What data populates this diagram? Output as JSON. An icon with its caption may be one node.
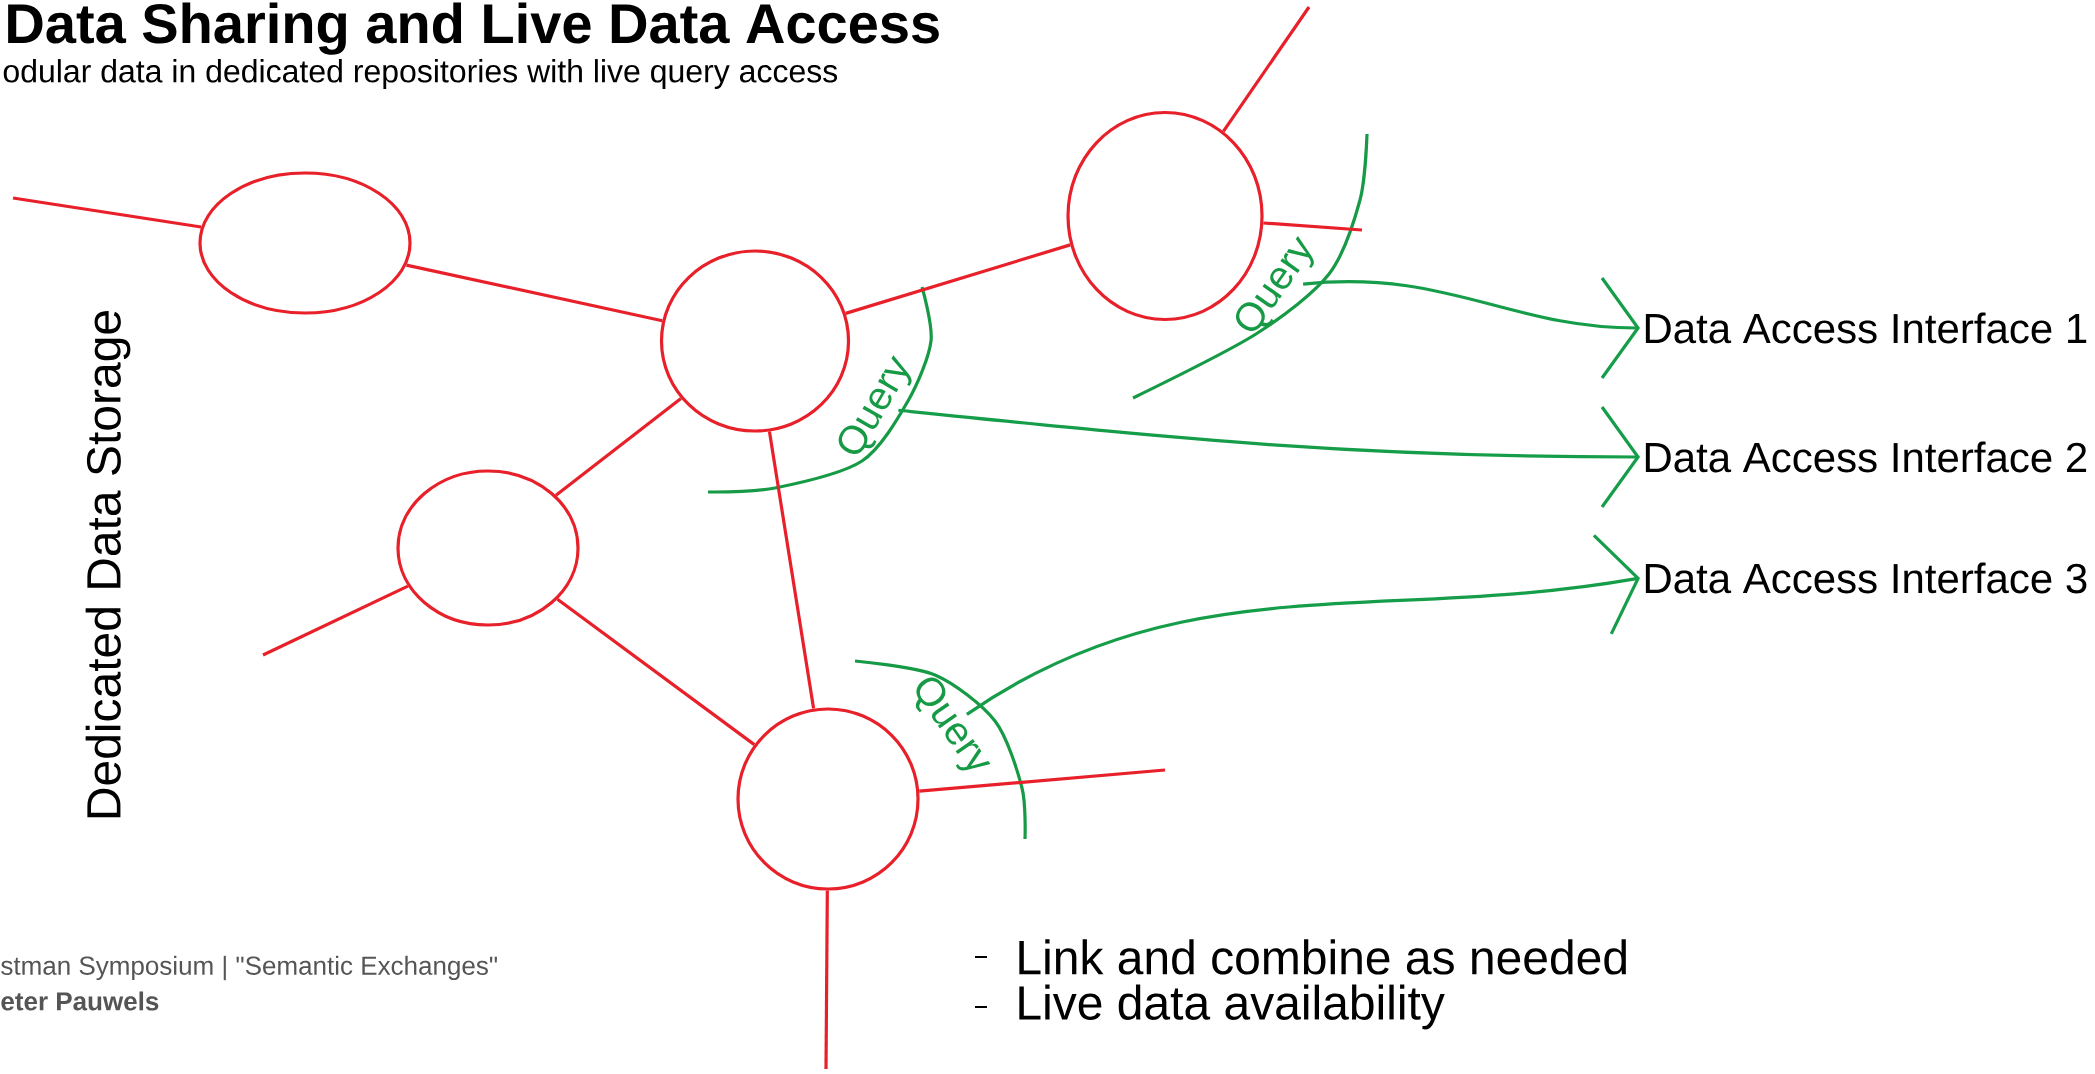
{
  "diagram": {
    "title": "Data Sharing and Live Data Access",
    "nodes": [
      {
        "text": [],
        "shape": "circle"
      },
      {
        "text": [],
        "shape": "circle"
      },
      {
        "text": [],
        "shape": "circle"
      },
      {
        "text": [],
        "shape": "circle"
      },
      {
        "text": [],
        "shape": "circle"
      },
      {
        "text": [
          "Query"
        ]
      },
      {
        "text": [
          "Query"
        ]
      },
      {
        "text": [
          "Query"
        ]
      },
      {
        "text": [
          "Data Access Interface 1"
        ]
      },
      {
        "text": [
          "Data Access Interface 2"
        ]
      },
      {
        "text": [
          "Data Access Interface 3"
        ]
      }
    ],
    "edges": [
      {
        "from": null,
        "to": 0,
        "arrow": "none"
      },
      {
        "from": 0,
        "to": 1,
        "arrow": "none"
      },
      {
        "from": 1,
        "to": 2,
        "arrow": "none"
      },
      {
        "from": 2,
        "to": null,
        "arrow": "none"
      },
      {
        "from": 2,
        "to": null,
        "arrow": "none"
      },
      {
        "from": 1,
        "to": 3,
        "arrow": "none"
      },
      {
        "from": 3,
        "to": null,
        "arrow": "none"
      },
      {
        "from": 3,
        "to": 4,
        "arrow": "none"
      },
      {
        "from": 1,
        "to": 4,
        "arrow": "none"
      },
      {
        "from": 4,
        "to": null,
        "arrow": "none"
      },
      {
        "from": 4,
        "to": null,
        "arrow": "none"
      },
      {
        "from": 6,
        "to": 8,
        "arrow": "to",
        "color": "#179a45"
      },
      {
        "from": 5,
        "to": 9,
        "arrow": "to",
        "color": "#179a45"
      },
      {
        "from": 7,
        "to": 10,
        "arrow": "to",
        "color": "#179a45"
      }
    ],
    "labels": [
      "odular data in dedicated repositories with live query access",
      "Dedicated Data Storage",
      "Link and combine as needed",
      "Live data availability",
      "stman Symposium | \"Semantic Exchanges\"",
      "eter Pauwels"
    ]
  }
}
